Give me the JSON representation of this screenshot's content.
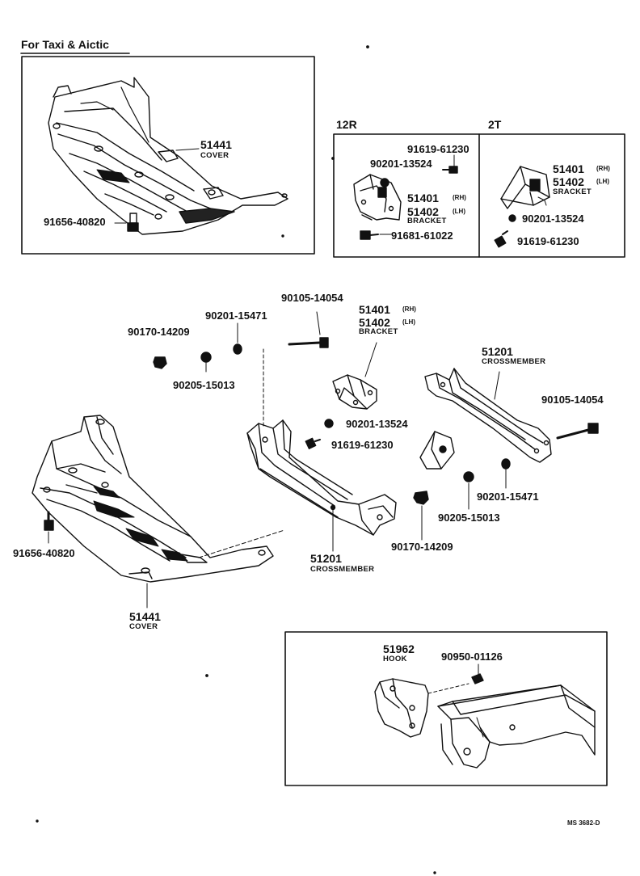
{
  "section_titles": {
    "taxi_arctic": "For  Taxi  &  Aictic",
    "engine_12r": "12R",
    "engine_2t": "2T"
  },
  "top_left": {
    "cover_number": "51441",
    "cover_name": "COVER",
    "bolt_number": "91656-40820"
  },
  "box_12r": {
    "bolt_top": "91619-61230",
    "nut": "90201-13524",
    "bracket_rh": "51401",
    "rh": "(RH)",
    "bracket_lh": "51402",
    "lh": "(LH)",
    "bracket_name": "BRACKET",
    "bolt_bottom": "91681-61022"
  },
  "box_2t": {
    "bracket_rh": "51401",
    "rh": "(RH)",
    "bracket_lh": "51402",
    "lh": "(LH)",
    "bracket_name": "SRACKET",
    "nut": "90201-13524",
    "bolt": "91619-61230"
  },
  "main": {
    "bolt_14054_top": "90105-14054",
    "nut_15471_top": "90201-15471",
    "nut_14209_top": "90170-14209",
    "washer_15013_top": "90205-15013",
    "bracket_rh": "51401",
    "rh": "(RH)",
    "bracket_lh": "51402",
    "lh": "(LH)",
    "bracket_name": "BRACKET",
    "cross_right_number": "51201",
    "cross_right_name": "CROSSMEMBER",
    "bolt_14054_right": "90105-14054",
    "nut_13524": "90201-13524",
    "bolt_61230": "91619-61230",
    "nut_15471_right": "90201-15471",
    "washer_15013_right": "90205-15013",
    "nut_14209_bottom": "90170-14209",
    "cross_center_number": "51201",
    "cross_center_name": "CROSSMEMBER",
    "bolt_40820": "91656-40820",
    "cover_number": "51441",
    "cover_name": "COVER"
  },
  "hook_box": {
    "hook_number": "51962",
    "hook_name": "HOOK",
    "bolt": "90950-01126"
  },
  "figure_ref": "MS 3682-D"
}
